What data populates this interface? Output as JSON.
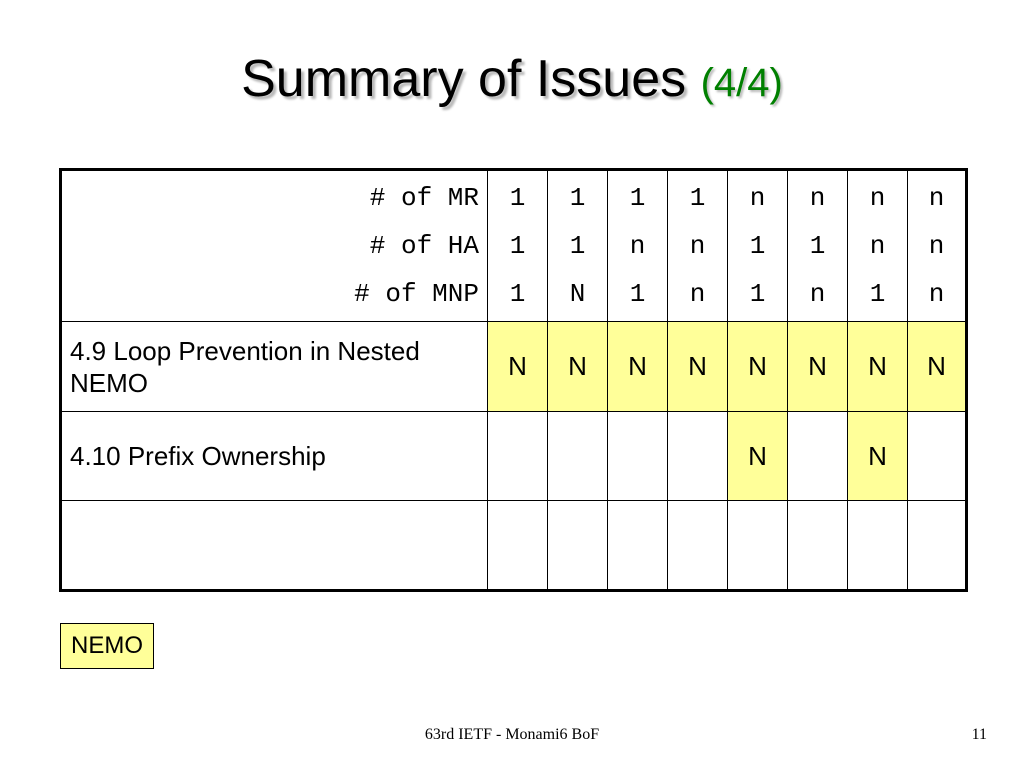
{
  "slide": {
    "title_main": "Summary of Issues",
    "title_part": "(4/4)"
  },
  "table": {
    "header_labels": [
      "# of MR",
      "# of HA",
      "# of MNP"
    ],
    "columns": [
      {
        "mr": "1",
        "ha": "1",
        "mnp": "1"
      },
      {
        "mr": "1",
        "ha": "1",
        "mnp": "N"
      },
      {
        "mr": "1",
        "ha": "n",
        "mnp": "1"
      },
      {
        "mr": "1",
        "ha": "n",
        "mnp": "n"
      },
      {
        "mr": "n",
        "ha": "1",
        "mnp": "1"
      },
      {
        "mr": "n",
        "ha": "1",
        "mnp": "n"
      },
      {
        "mr": "n",
        "ha": "n",
        "mnp": "1"
      },
      {
        "mr": "n",
        "ha": "n",
        "mnp": "n"
      }
    ],
    "rows": [
      {
        "name": "4.9 Loop Prevention in Nested NEMO",
        "cells": [
          {
            "value": "N",
            "highlight": true
          },
          {
            "value": "N",
            "highlight": true
          },
          {
            "value": "N",
            "highlight": true
          },
          {
            "value": "N",
            "highlight": true
          },
          {
            "value": "N",
            "highlight": true
          },
          {
            "value": "N",
            "highlight": true
          },
          {
            "value": "N",
            "highlight": true
          },
          {
            "value": "N",
            "highlight": true
          }
        ]
      },
      {
        "name": "4.10 Prefix Ownership",
        "cells": [
          {
            "value": "",
            "highlight": false
          },
          {
            "value": "",
            "highlight": false
          },
          {
            "value": "",
            "highlight": false
          },
          {
            "value": "",
            "highlight": false
          },
          {
            "value": "N",
            "highlight": true
          },
          {
            "value": "",
            "highlight": false
          },
          {
            "value": "N",
            "highlight": true
          },
          {
            "value": "",
            "highlight": false
          }
        ]
      },
      {
        "name": "",
        "cells": [
          {
            "value": "",
            "highlight": false
          },
          {
            "value": "",
            "highlight": false
          },
          {
            "value": "",
            "highlight": false
          },
          {
            "value": "",
            "highlight": false
          },
          {
            "value": "",
            "highlight": false
          },
          {
            "value": "",
            "highlight": false
          },
          {
            "value": "",
            "highlight": false
          },
          {
            "value": "",
            "highlight": false
          }
        ]
      }
    ]
  },
  "legend": {
    "nemo_label": "NEMO"
  },
  "footer": {
    "text": "63rd IETF - Monami6 BoF",
    "page_number": "11"
  },
  "colors": {
    "highlight": "#ffff99",
    "title_part": "#008000"
  }
}
